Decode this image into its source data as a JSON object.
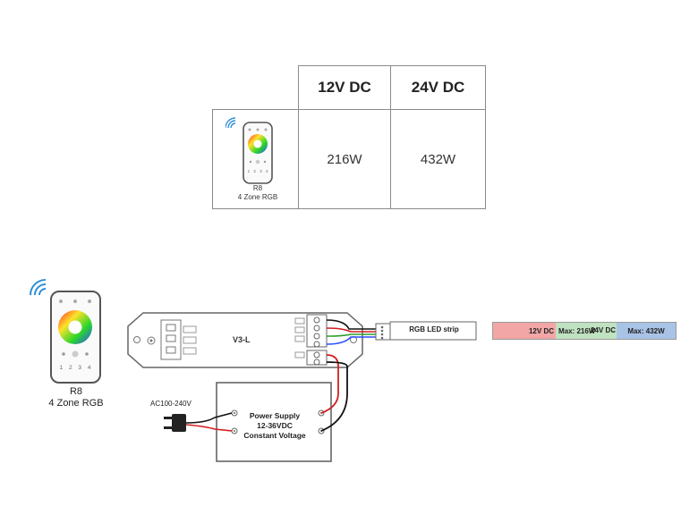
{
  "table": {
    "headers": [
      "12V DC",
      "24V DC"
    ],
    "values": [
      "216W",
      "432W"
    ],
    "remote": {
      "model": "R8",
      "desc": "4 Zone RGB",
      "buttons": [
        "1",
        "2",
        "3",
        "4"
      ]
    }
  },
  "wiring": {
    "remote": {
      "model": "R8",
      "desc": "4 Zone RGB",
      "buttons": [
        "1",
        "2",
        "3",
        "4"
      ]
    },
    "controller_label": "V3-L",
    "ac_input_label": "AC100-240V",
    "power_supply": {
      "line1": "Power Supply",
      "line2": "12-36VDC",
      "line3": "Constant Voltage"
    },
    "led_strip_label": "RGB LED strip",
    "spec_bar": {
      "v12": "12V DC",
      "max12": "Max: 216W",
      "dash": "-",
      "v24": "24V DC",
      "max24": "Max: 432W"
    }
  },
  "colors": {
    "bar_red": "#f2a6a6",
    "bar_green": "#bfe2c0",
    "bar_blue": "#a9c3e6",
    "wire_red": "#d21e1e",
    "wire_black": "#111111",
    "wifi_blue": "#2f8fd6"
  }
}
